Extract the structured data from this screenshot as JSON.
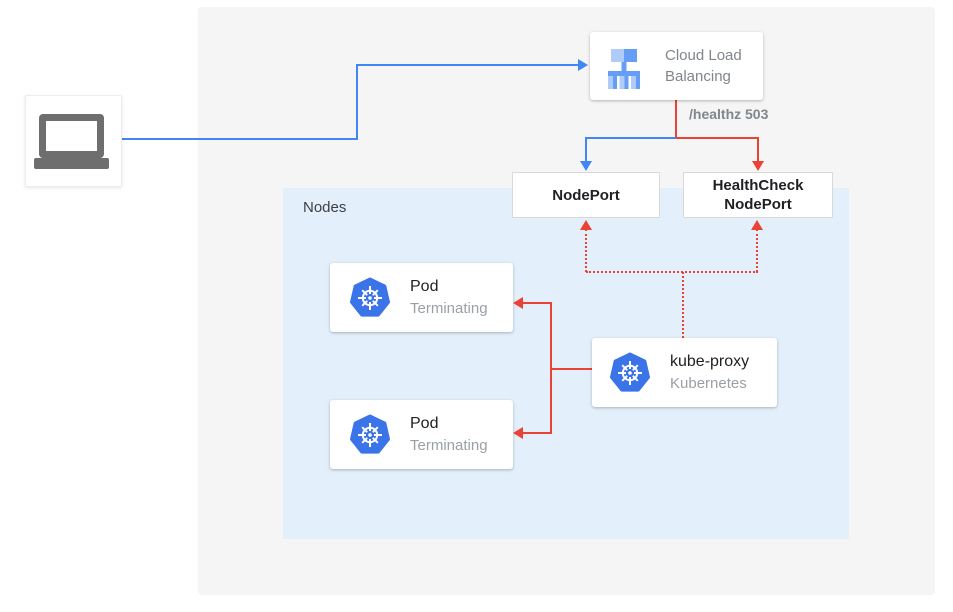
{
  "colors": {
    "blue": "#4285f4",
    "red": "#ea4335",
    "nodes_bg": "#e3f0fc",
    "canvas_bg": "#f5f5f5",
    "k8s_blue": "#3b73e8",
    "icon_blue_light": "#aecbfa",
    "icon_blue_mid": "#669df6",
    "laptop_gray": "#6e6e6e",
    "text_dark": "#202124",
    "text_gray": "#80868b",
    "text_light_gray": "#9aa0a6"
  },
  "groups": {
    "nodes": {
      "label": "Nodes"
    }
  },
  "nodes": {
    "client": {
      "icon": "laptop"
    },
    "cloud_load_balancing": {
      "line1": "Cloud Load",
      "line2": "Balancing",
      "icon": "cloud-load-balancing"
    },
    "nodeport": {
      "label": "NodePort"
    },
    "healthcheck_nodeport": {
      "line1": "HealthCheck",
      "line2": "NodePort"
    },
    "pod_top": {
      "title": "Pod",
      "status": "Terminating",
      "icon": "kubernetes"
    },
    "pod_bottom": {
      "title": "Pod",
      "status": "Terminating",
      "icon": "kubernetes"
    },
    "kube_proxy": {
      "title": "kube-proxy",
      "subtitle": "Kubernetes",
      "icon": "kubernetes"
    }
  },
  "edges": {
    "health_check_label": "/healthz 503"
  }
}
